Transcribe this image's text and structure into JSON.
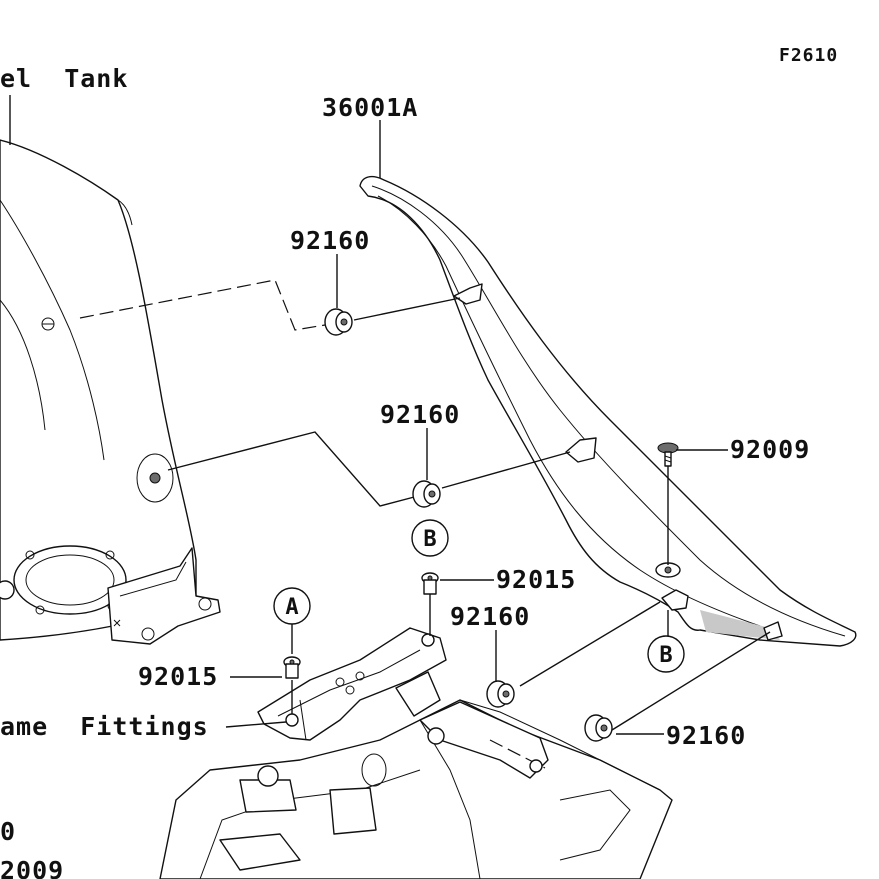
{
  "figure_code": "F2610",
  "reference_labels": {
    "fuel_tank": "el  Tank",
    "frame_fittings": "ame  Fittings",
    "left_partial_1": "0",
    "left_partial_2": "2009"
  },
  "parts": {
    "main_cover": "36001A",
    "grommet_upper": "92160",
    "grommet_middle": "92160",
    "grommet_lower_mid": "92160",
    "grommet_lower_right": "92160",
    "screw": "92009",
    "collar_b": "92015",
    "collar_a": "92015"
  },
  "callouts": {
    "a": "A",
    "b_upper": "B",
    "b_lower": "B"
  }
}
